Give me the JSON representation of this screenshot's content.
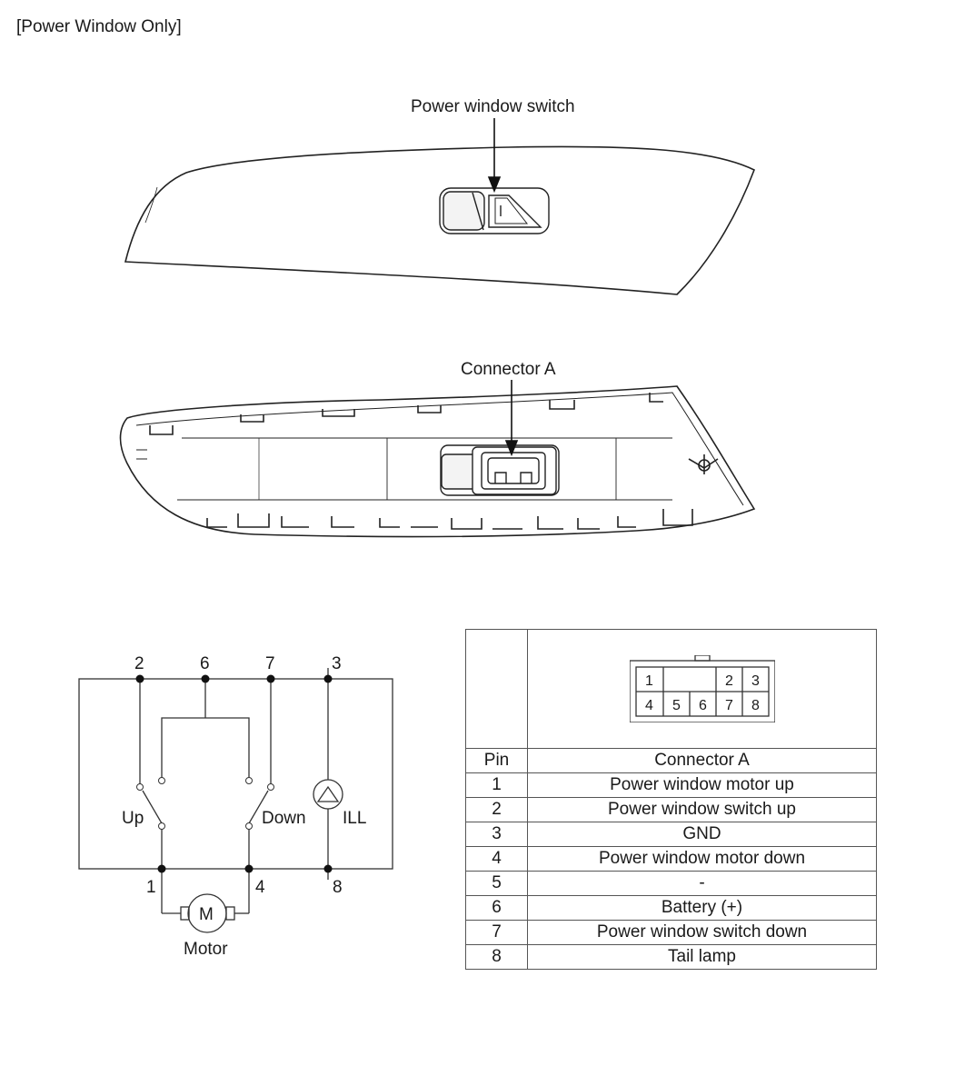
{
  "header": {
    "title": "[Power Window Only]"
  },
  "callouts": {
    "switch_label": "Power window switch",
    "connector_label": "Connector A"
  },
  "circuit": {
    "top_pins": [
      "2",
      "6",
      "7",
      "3"
    ],
    "bottom_pins": [
      "1",
      "4",
      "8"
    ],
    "switch_up_label": "Up",
    "switch_down_label": "Down",
    "lamp_label": "ILL",
    "motor_symbol": "M",
    "motor_label": "Motor"
  },
  "connector_face": {
    "cells": [
      "1",
      "2",
      "3",
      "4",
      "5",
      "6",
      "7",
      "8"
    ]
  },
  "pin_table": {
    "header_pin": "Pin",
    "header_connector": "Connector A",
    "rows": [
      {
        "pin": "1",
        "function": "Power window motor up"
      },
      {
        "pin": "2",
        "function": "Power window switch up"
      },
      {
        "pin": "3",
        "function": "GND"
      },
      {
        "pin": "4",
        "function": "Power window motor down"
      },
      {
        "pin": "5",
        "function": "-"
      },
      {
        "pin": "6",
        "function": "Battery (+)"
      },
      {
        "pin": "7",
        "function": "Power window switch down"
      },
      {
        "pin": "8",
        "function": "Tail lamp"
      }
    ]
  }
}
